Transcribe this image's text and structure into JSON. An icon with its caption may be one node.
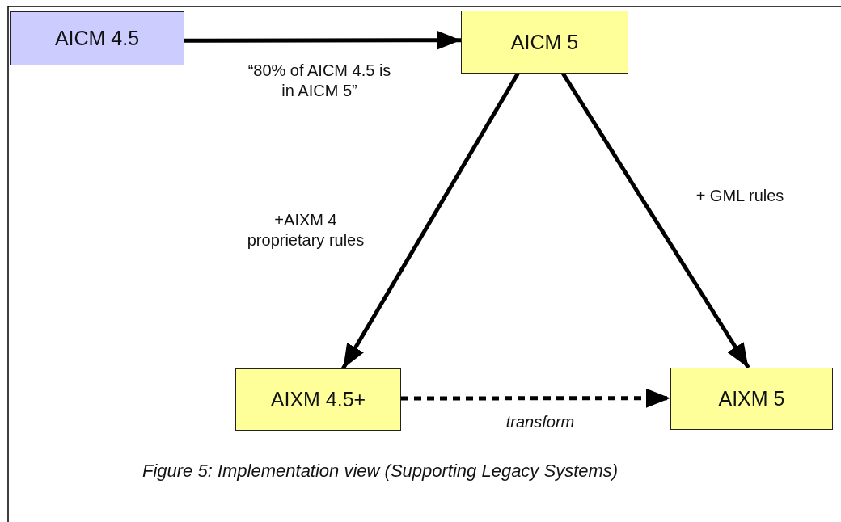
{
  "diagram": {
    "caption": "Figure 5: Implementation view (Supporting Legacy Systems)",
    "nodes": [
      {
        "text": [
          "AICM 4.5"
        ]
      },
      {
        "text": [
          "AICM 5"
        ]
      },
      {
        "text": [
          "AIXM 4.5+"
        ]
      },
      {
        "text": [
          "AIXM 5"
        ]
      }
    ],
    "edges": [
      {
        "from": 0,
        "to": 1,
        "arrow": "to",
        "label": "“80% of AICM 4.5 is in AICM 5”"
      },
      {
        "from": 1,
        "to": 2,
        "arrow": "to",
        "label": "+AIXM 4 proprietary rules"
      },
      {
        "from": 1,
        "to": 3,
        "arrow": "to",
        "label": "+ GML rules"
      },
      {
        "from": 2,
        "to": 3,
        "arrow": "to",
        "label": "transform",
        "style": "dashed"
      }
    ]
  }
}
